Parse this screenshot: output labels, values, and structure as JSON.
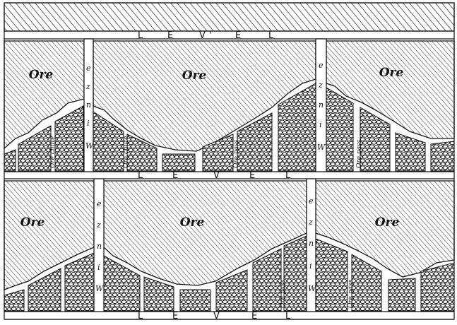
{
  "levels": [
    {
      "letters": [
        "L",
        "E",
        "V",
        "'",
        "E",
        "L"
      ]
    },
    {
      "letters": [
        "L",
        "E",
        "V",
        "E",
        "L"
      ]
    },
    {
      "letters": [
        "L",
        "E",
        "V",
        "E",
        "L"
      ]
    }
  ],
  "ore_blocks": [
    {
      "label": "Ore"
    },
    {
      "label": "Ore"
    },
    {
      "label": "Ore"
    },
    {
      "label": "Ore"
    },
    {
      "label": "Ore"
    },
    {
      "label": "Ore"
    }
  ],
  "winzes": [
    {
      "letters": [
        "W",
        "i",
        "n",
        "z",
        "e"
      ]
    },
    {
      "letters": [
        "W",
        "i",
        "n",
        "z",
        "e"
      ]
    },
    {
      "letters": [
        "W",
        "i",
        "n",
        "z",
        "e"
      ]
    },
    {
      "letters": [
        "W",
        "i",
        "n",
        "z",
        "e"
      ]
    }
  ],
  "chutes": [
    {
      "text": "Ore chute"
    },
    {
      "text": "Ore chute"
    },
    {
      "text": "Ore pass"
    },
    {
      "text": "Ore pass"
    },
    {
      "text": "Ore pass"
    },
    {
      "text": "Ore pass"
    }
  ],
  "colors": {
    "ink": "#111111",
    "paper": "#ffffff"
  }
}
